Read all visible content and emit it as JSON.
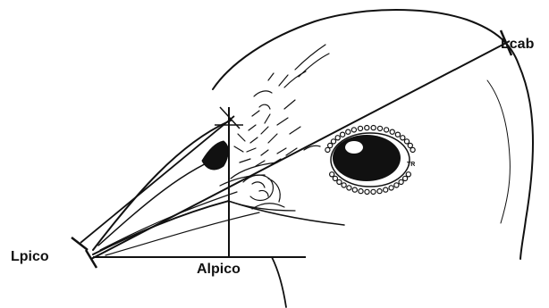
{
  "labels": {
    "head_length": "Lcab",
    "bill_length": "Lpico",
    "bill_height": "Alpico",
    "eye_mark": "TR"
  },
  "colors": {
    "ink": "#111111",
    "background": "#ffffff"
  }
}
